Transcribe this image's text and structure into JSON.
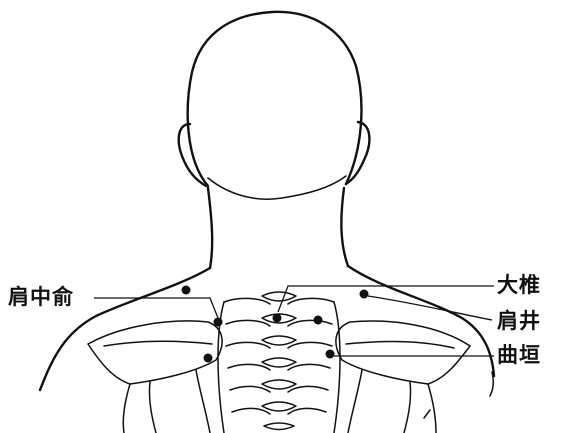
{
  "labels": {
    "jianzhongshu": "肩中俞",
    "dazhui": "大椎",
    "jianjing": "肩井",
    "quyuan": "曲垣"
  },
  "colors": {
    "ink": "#111111",
    "background": "#ffffff"
  }
}
